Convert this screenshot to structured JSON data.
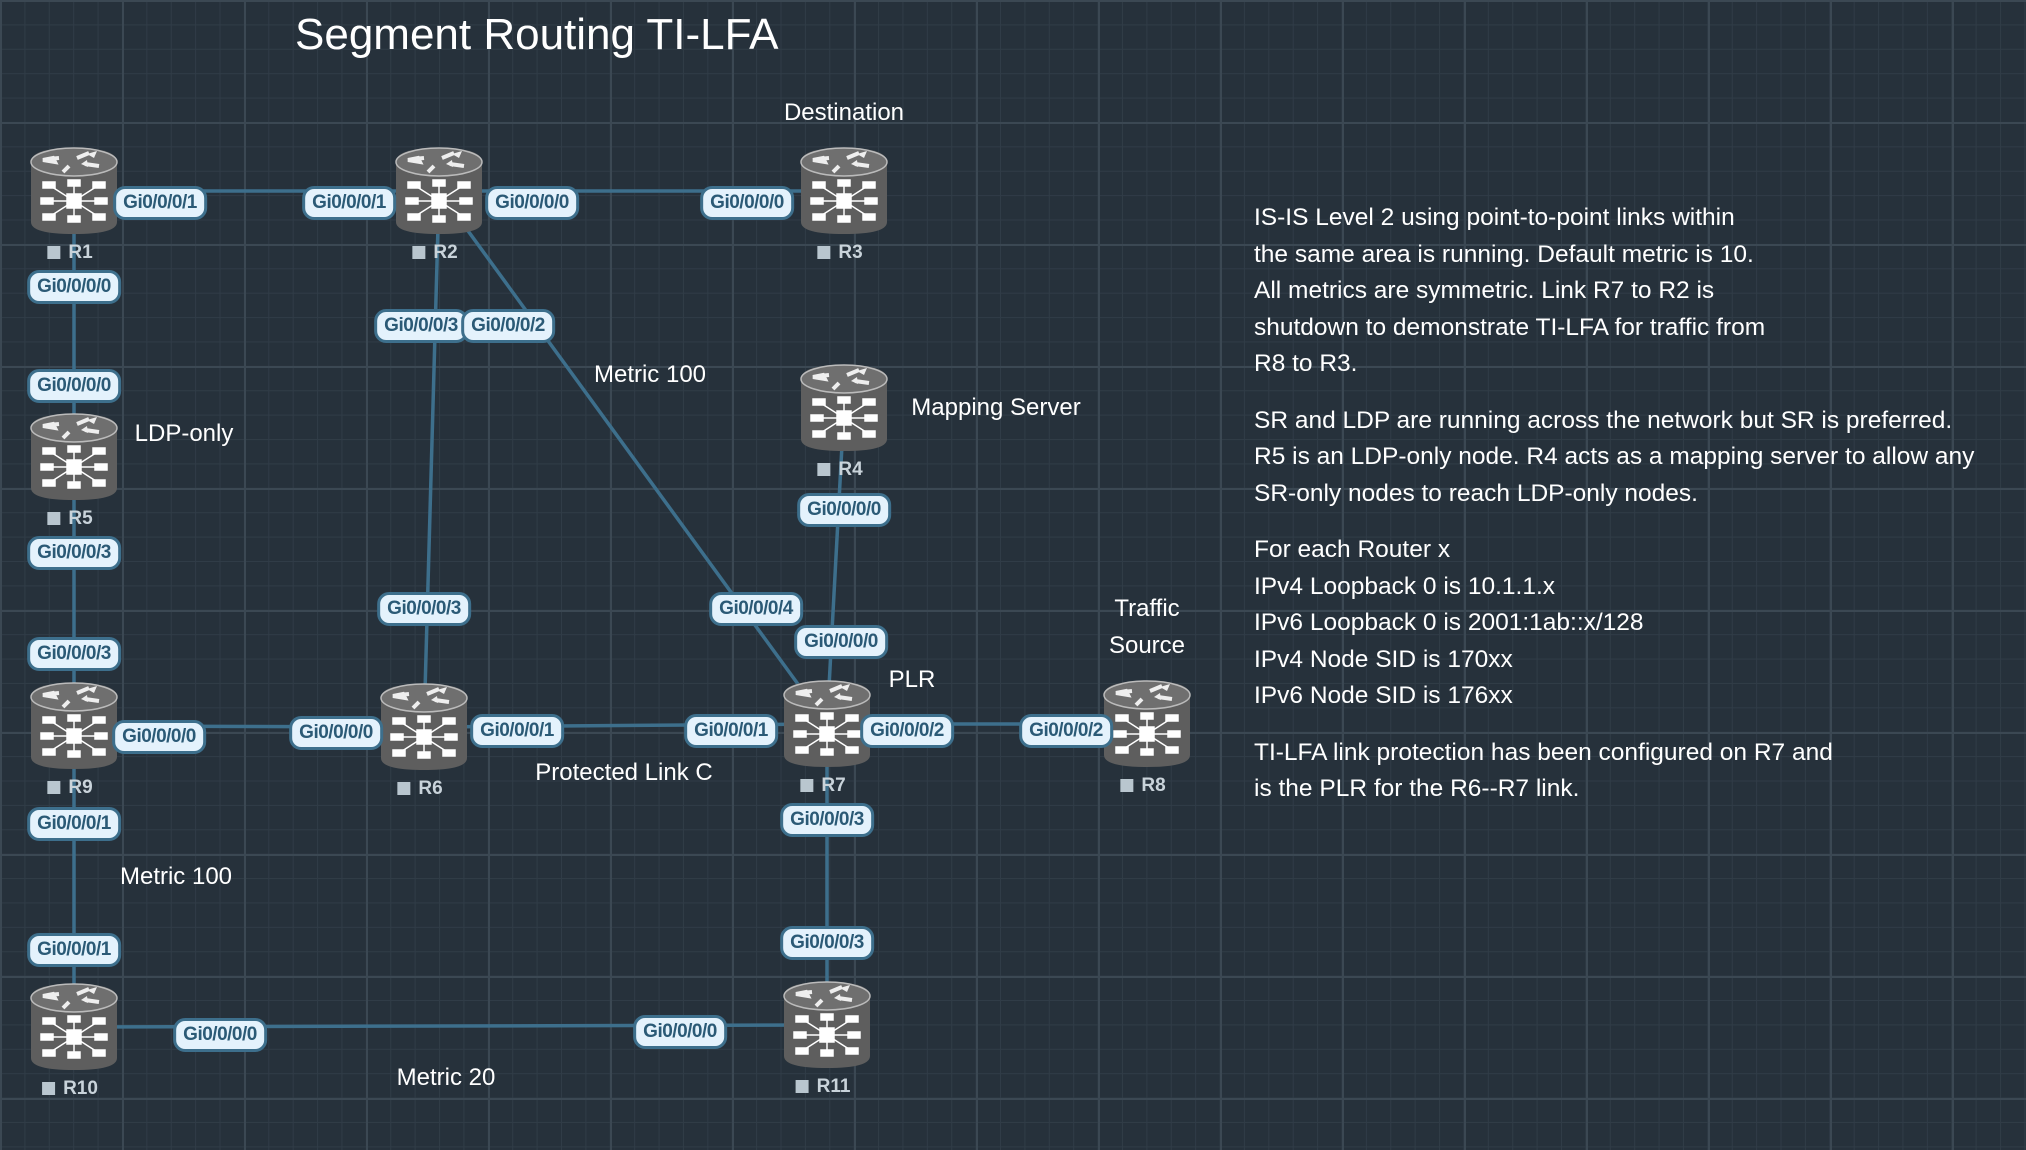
{
  "title": "Segment Routing TI-LFA",
  "colors": {
    "background": "#26313b",
    "link": "#3d6f8c",
    "pill_fill": "#e4f2fc",
    "pill_text": "#2b5a76"
  },
  "icon": "router-icon",
  "routers": [
    "R1",
    "R2",
    "R3",
    "R4",
    "R5",
    "R6",
    "R7",
    "R8",
    "R9",
    "R10",
    "R11"
  ],
  "links": [
    {
      "a": "R1",
      "b": "R2",
      "a_if": "Gi0/0/0/1",
      "b_if": "Gi0/0/0/1"
    },
    {
      "a": "R2",
      "b": "R3",
      "a_if": "Gi0/0/0/0",
      "b_if": "Gi0/0/0/0"
    },
    {
      "a": "R1",
      "b": "R5",
      "a_if": "Gi0/0/0/0",
      "b_if": "Gi0/0/0/0"
    },
    {
      "a": "R5",
      "b": "R9",
      "a_if": "Gi0/0/0/3",
      "b_if": "Gi0/0/0/3"
    },
    {
      "a": "R2",
      "b": "R6",
      "a_if": "Gi0/0/0/3",
      "b_if": "Gi0/0/0/3"
    },
    {
      "a": "R2",
      "b": "R7",
      "a_if": "Gi0/0/0/2",
      "b_if": "Gi0/0/0/4"
    },
    {
      "a": "R4",
      "b": "R7",
      "a_if": "Gi0/0/0/0",
      "b_if": "Gi0/0/0/0"
    },
    {
      "a": "R9",
      "b": "R6",
      "a_if": "Gi0/0/0/0",
      "b_if": "Gi0/0/0/0"
    },
    {
      "a": "R6",
      "b": "R7",
      "a_if": "Gi0/0/0/1",
      "b_if": "Gi0/0/0/1"
    },
    {
      "a": "R7",
      "b": "R8",
      "a_if": "Gi0/0/0/2",
      "b_if": "Gi0/0/0/2"
    },
    {
      "a": "R9",
      "b": "R10",
      "a_if": "Gi0/0/0/1",
      "b_if": "Gi0/0/0/1"
    },
    {
      "a": "R7",
      "b": "R11",
      "a_if": "Gi0/0/0/3",
      "b_if": "Gi0/0/0/3"
    },
    {
      "a": "R10",
      "b": "R11",
      "a_if": "Gi0/0/0/0",
      "b_if": "Gi0/0/0/0"
    }
  ],
  "annotations": {
    "destination": "Destination",
    "ldp_only": "LDP-only",
    "metric_r2_r7": "Metric 100",
    "mapping_server": "Mapping Server",
    "traffic": "Traffic",
    "source": "Source",
    "plr": "PLR",
    "protected_link": "Protected Link C",
    "metric_r9_r10": "Metric 100",
    "metric_r10_r11": "Metric 20"
  },
  "notes": [
    "IS-IS Level 2 using point-to-point links within",
    "the same area is running. Default metric is 10.",
    "All metrics are symmetric. Link R7 to R2 is",
    "shutdown to demonstrate TI-LFA for traffic from",
    "R8 to R3.",
    "",
    "SR and LDP are running across the network but SR is preferred.",
    "R5 is an LDP-only node. R4 acts as a mapping server to allow any",
    "SR-only nodes to reach LDP-only nodes.",
    "",
    "For each Router x",
    "IPv4 Loopback 0 is 10.1.1.x",
    "IPv6 Loopback 0 is 2001:1ab::x/128",
    "IPv4 Node SID is 170xx",
    "IPv6 Node SID is 176xx",
    "",
    "TI-LFA link protection has been configured on R7 and",
    "is the PLR for the R6--R7 link."
  ]
}
